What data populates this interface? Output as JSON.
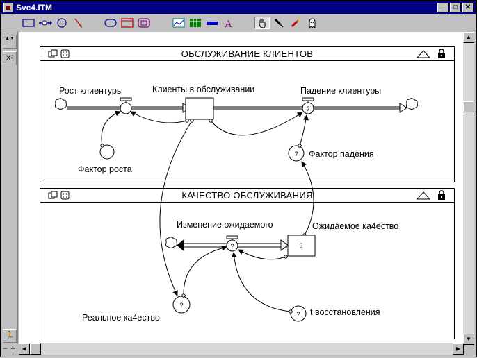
{
  "window": {
    "title": "Svc4.ITM"
  },
  "window_buttons": {
    "minimize": "_",
    "maximize": "□",
    "close": "✕"
  },
  "left_toolbar": {
    "up_down": "▲▼",
    "sigma": "X²",
    "run": "🏃"
  },
  "sectors": [
    {
      "title": "ОБСЛУЖИВАНИЕ КЛИЕНТОВ",
      "labels": {
        "growth_flow": "Рост клиентуры",
        "clients_stock": "Клиенты в обслуживании",
        "decline_flow": "Падение клиентуры",
        "growth_factor": "Фактор роста",
        "decline_factor": "Фактор падения"
      }
    },
    {
      "title": "КАЧЕСТВО  ОБСЛУЖИВАНИЯ",
      "labels": {
        "expected_change": "Изменение ожидаемого",
        "expected_quality": "Ожидаемое ка4ество",
        "real_quality": "Реальное ка4ество",
        "recovery_time": "t восстановления"
      }
    }
  ],
  "unknown_mark": "?",
  "colors": {
    "titlebar": "#000080",
    "workspace": "#c0c0c0",
    "canvas": "#ffffff"
  }
}
